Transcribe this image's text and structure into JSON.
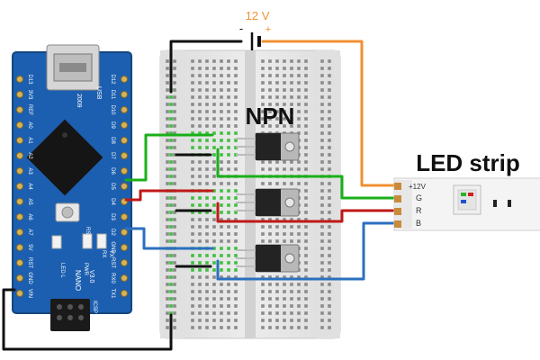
{
  "battery": {
    "voltage_label": "12 V",
    "minus_sign": "-",
    "plus_sign": "+"
  },
  "labels": {
    "npn": "NPN",
    "led_strip": "LED strip"
  },
  "arduino": {
    "title": "NANO",
    "version": "V3.0",
    "left_header_pins": [
      "D13",
      "3V3",
      "REF",
      "A0",
      "A1",
      "A2",
      "A3",
      "A4",
      "A5",
      "A6",
      "A7",
      "5V",
      "RST",
      "GND",
      "VIN"
    ],
    "right_header_pins": [
      "D12",
      "D11",
      "D10",
      "D9",
      "D8",
      "D7",
      "D6",
      "D5",
      "D4",
      "D3",
      "D2",
      "GND",
      "RST",
      "RX0",
      "TX1"
    ],
    "board_labels": {
      "usb": "USB",
      "rst_button": "RST",
      "led_l": "LED L",
      "pwr": "PWR",
      "rx": "RX",
      "tx": "TX",
      "icsp": "ICSP",
      "year": "2009"
    }
  },
  "led_strip": {
    "pins": [
      "+12V",
      "G",
      "R",
      "B"
    ]
  },
  "colors": {
    "wire_orange": "#f09030",
    "wire_green": "#18b018",
    "wire_red": "#c01818",
    "wire_blue": "#2a6fc0",
    "wire_black": "#111111",
    "arduino_pcb": "#1c5fb0",
    "led_pcb": "#f4f4f4",
    "pad_copper": "#c98a3c",
    "breadboard": "#e6e6e6",
    "transistor_body": "#232323",
    "transistor_tab": "#b8b8b8"
  },
  "icons": {
    "battery": "battery-symbol-icon",
    "transistor": "to220-transistor-icon",
    "usb": "mini-usb-connector-icon",
    "chip": "atmega-chip-icon"
  }
}
